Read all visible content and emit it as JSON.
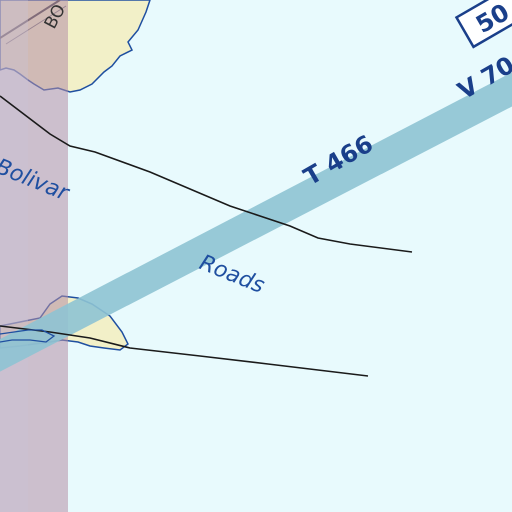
{
  "map": {
    "water_labels": {
      "bolivar": "Bolivar",
      "roads": "Roads"
    },
    "airways": {
      "t_route": "T 466",
      "v_route": "V 70"
    },
    "altitude_box": "50",
    "road_label_partial": "BO",
    "colors": {
      "water": "#e8fafd",
      "land": "#f2f0c8",
      "shoreline": "#1f4fa0",
      "airway": "#8ec3d3",
      "airway_text": "#1a3f8a",
      "boundary_band": "#b48ea6",
      "line": "#1a1a1a"
    }
  }
}
